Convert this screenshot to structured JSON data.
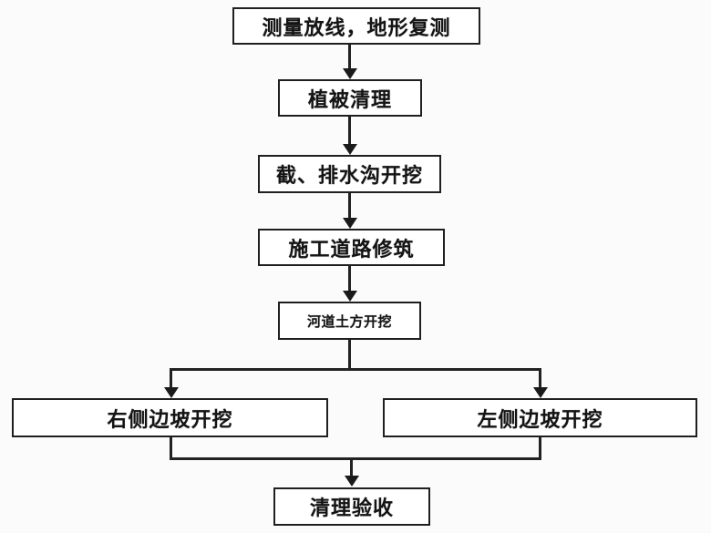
{
  "diagram": {
    "kind": "flowchart",
    "direction": "top-down",
    "colors": {
      "background": "#fbfbfb",
      "box_fill": "#ffffff",
      "box_border": "#1f1f1f",
      "line": "#222222",
      "text": "#141414"
    },
    "nodes": [
      {
        "id": "survey-layout",
        "label": "测量放线，地形复测"
      },
      {
        "id": "vegetation-clearing",
        "label": "植被清理"
      },
      {
        "id": "drainage-ditch-excavation",
        "label": "截、排水沟开挖"
      },
      {
        "id": "construction-road",
        "label": "施工道路修筑"
      },
      {
        "id": "river-earthwork",
        "label": "河道土方开挖"
      },
      {
        "id": "right-slope-excavation",
        "label": "右侧边坡开挖"
      },
      {
        "id": "left-slope-excavation",
        "label": "左侧边坡开挖"
      },
      {
        "id": "cleanup-acceptance",
        "label": "清理验收"
      }
    ],
    "edges": [
      {
        "from": "survey-layout",
        "to": "vegetation-clearing"
      },
      {
        "from": "vegetation-clearing",
        "to": "drainage-ditch-excavation"
      },
      {
        "from": "drainage-ditch-excavation",
        "to": "construction-road"
      },
      {
        "from": "construction-road",
        "to": "river-earthwork"
      },
      {
        "from": "river-earthwork",
        "to": "right-slope-excavation"
      },
      {
        "from": "river-earthwork",
        "to": "left-slope-excavation"
      },
      {
        "from": "right-slope-excavation",
        "to": "cleanup-acceptance"
      },
      {
        "from": "left-slope-excavation",
        "to": "cleanup-acceptance"
      }
    ]
  }
}
